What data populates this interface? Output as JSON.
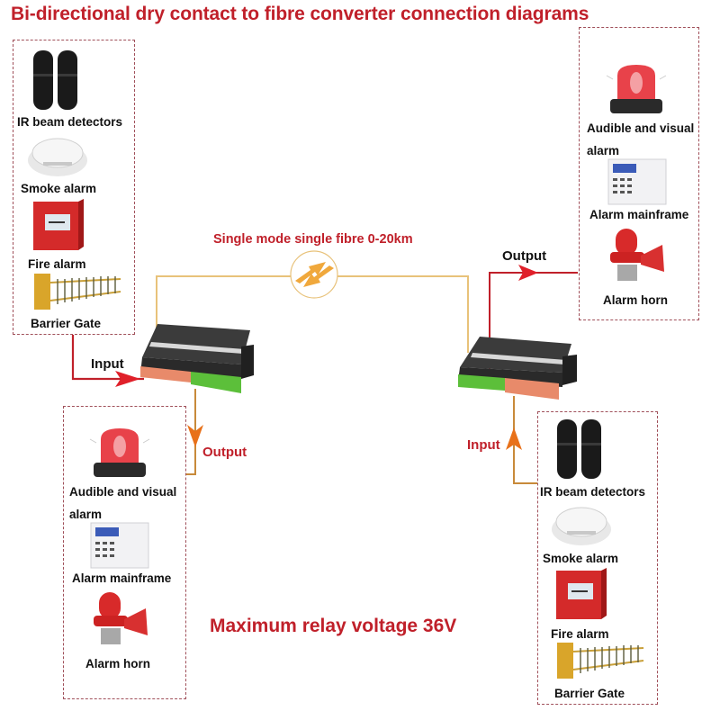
{
  "title": "Bi-directional dry contact to fibre converter connection diagrams",
  "fibre_label": "Single mode single fibre 0-20km",
  "footer_note": "Maximum relay voltage 36V",
  "left_converter": {
    "input_label": "Input",
    "output_label": "Output"
  },
  "right_converter": {
    "input_label": "Input",
    "output_label": "Output"
  },
  "panels": {
    "top_left_inputs": [
      "IR beam detectors",
      "Smoke alarm",
      "Fire alarm",
      "Barrier Gate"
    ],
    "top_right_outputs": [
      "Audible and visual",
      "alarm",
      "Alarm mainframe",
      "Alarm horn"
    ],
    "bottom_left_outputs": [
      "Audible and visual",
      "alarm",
      "Alarm mainframe",
      "Alarm horn"
    ],
    "bottom_right_inputs": [
      "IR beam detectors",
      "Smoke alarm",
      "Fire alarm",
      "Barrier Gate"
    ]
  },
  "colors": {
    "accent_red": "#c0202a",
    "fibre_line": "#e8c27a",
    "output_wire": "#c88a3a",
    "arrow_orange": "#e8711a",
    "input_wire_red": "#c0202a"
  }
}
